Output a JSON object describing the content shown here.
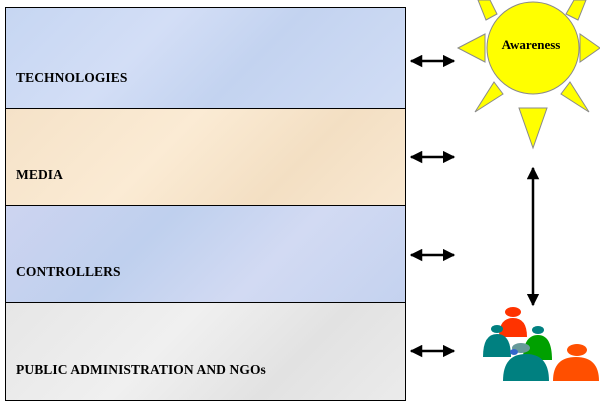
{
  "layers": [
    {
      "id": "technologies",
      "label": "TECHNOLOGIES"
    },
    {
      "id": "media",
      "label": "MEDIA"
    },
    {
      "id": "controllers",
      "label": "CONTROLLERS"
    },
    {
      "id": "public",
      "label": "PUBLIC ADMINISTRATION AND NGOs"
    }
  ],
  "sun": {
    "label": "Awareness",
    "fill_color": "#ffff00",
    "outline_color": "#999999",
    "icon": "sun-icon"
  },
  "people": {
    "icon": "people-group-icon",
    "colors": [
      "#ff3300",
      "#008080",
      "#00a000",
      "#ff4f00"
    ]
  },
  "colors": {
    "technologies": "#c6d6f2",
    "media": "#f5e2c8",
    "controllers": "#c8d3ef",
    "public": "#e8e8e8"
  }
}
